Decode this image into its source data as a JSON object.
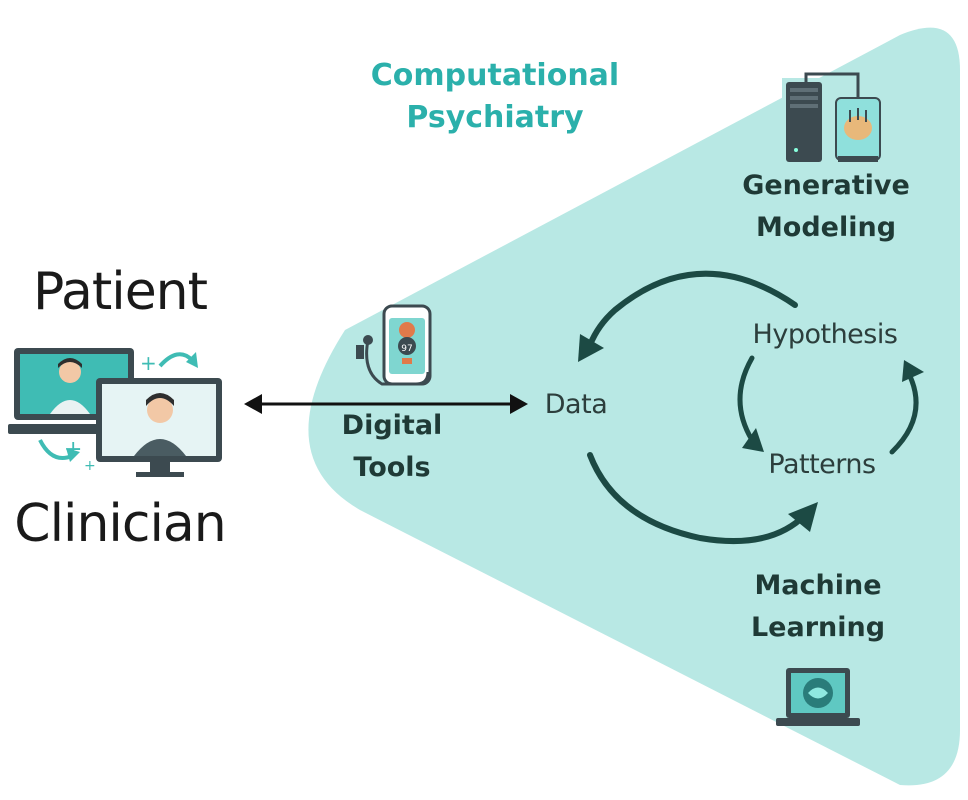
{
  "title": {
    "line1": "Computational",
    "line2": "Psychiatry"
  },
  "left": {
    "patient": "Patient",
    "clinician": "Clinician"
  },
  "nodes": {
    "generative_line1": "Generative",
    "generative_line2": "Modeling",
    "digital_line1": "Digital",
    "digital_line2": "Tools",
    "data": "Data",
    "hypothesis": "Hypothesis",
    "patterns": "Patterns",
    "ml_line1": "Machine",
    "ml_line2": "Learning",
    "phone_reading": "97"
  },
  "colors": {
    "region_fill": "#b8e8e4",
    "title_teal": "#2bb0ab",
    "arrow_dark": "#1c4a44",
    "accent_teal": "#3fbcb4"
  },
  "icons": {
    "server": "server-brain-icon",
    "phone": "smartphone-stethoscope-icon",
    "laptop": "laptop-brain-icon",
    "telehealth": "telehealth-monitors-icon"
  }
}
